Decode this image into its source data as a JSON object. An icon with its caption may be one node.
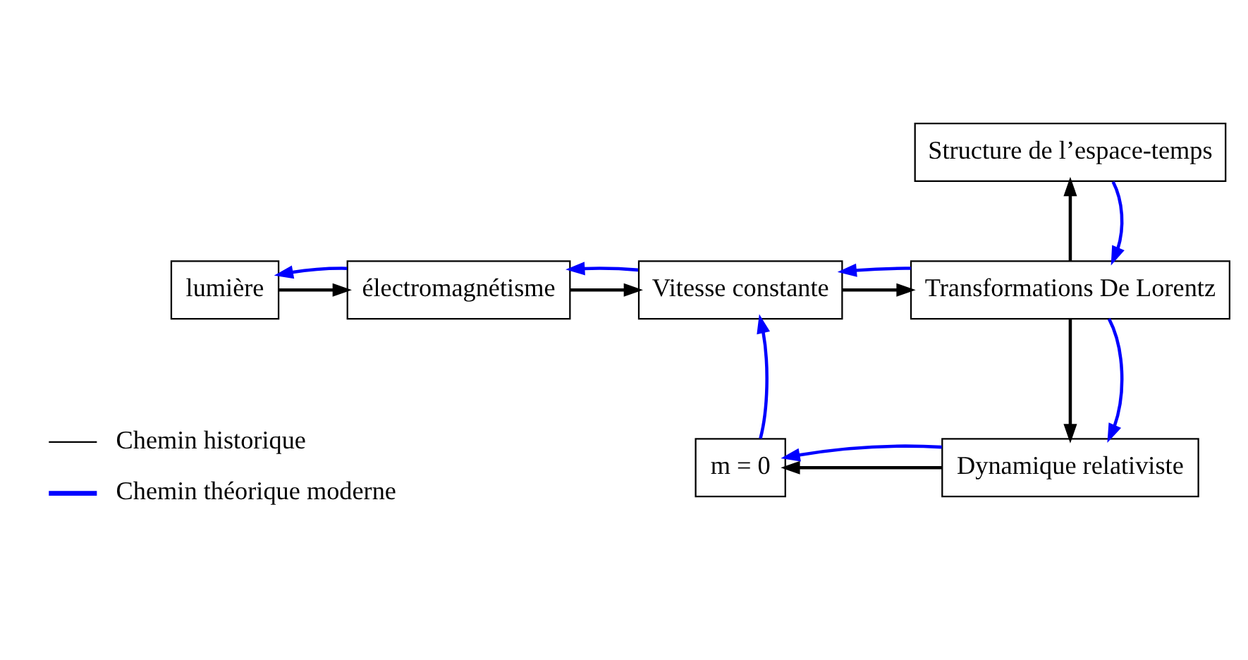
{
  "diagram": {
    "nodes": [
      {
        "text": [
          "Structure de l’espace-temps"
        ]
      },
      {
        "text": [
          "lumière"
        ]
      },
      {
        "text": [
          "électromagnétisme"
        ]
      },
      {
        "text": [
          "Vitesse constante"
        ]
      },
      {
        "text": [
          "Transformations De Lorentz"
        ]
      },
      {
        "text": [
          "m = 0"
        ]
      },
      {
        "text": [
          "Dynamique relativiste"
        ]
      }
    ],
    "edges": [
      {
        "from": 1,
        "to": 2,
        "arrow": "to",
        "color": "#000000"
      },
      {
        "from": 2,
        "to": 1,
        "arrow": "to",
        "color": "#0000ff"
      },
      {
        "from": 2,
        "to": 3,
        "arrow": "to",
        "color": "#000000"
      },
      {
        "from": 3,
        "to": 2,
        "arrow": "to",
        "color": "#0000ff"
      },
      {
        "from": 3,
        "to": 4,
        "arrow": "to",
        "color": "#000000"
      },
      {
        "from": 4,
        "to": 3,
        "arrow": "to",
        "color": "#0000ff"
      },
      {
        "from": 4,
        "to": 0,
        "arrow": "to",
        "color": "#000000"
      },
      {
        "from": 0,
        "to": 4,
        "arrow": "to",
        "color": "#0000ff"
      },
      {
        "from": 4,
        "to": 6,
        "arrow": "to",
        "color": "#000000"
      },
      {
        "from": 4,
        "to": 6,
        "arrow": "to",
        "color": "#0000ff"
      },
      {
        "from": 6,
        "to": 5,
        "arrow": "to",
        "color": "#000000"
      },
      {
        "from": 6,
        "to": 5,
        "arrow": "to",
        "color": "#0000ff"
      },
      {
        "from": 5,
        "to": 3,
        "arrow": "to",
        "color": "#0000ff"
      }
    ],
    "legend": [
      {
        "text": "Chemin historique"
      },
      {
        "text": "Chemin théorique moderne"
      }
    ]
  }
}
